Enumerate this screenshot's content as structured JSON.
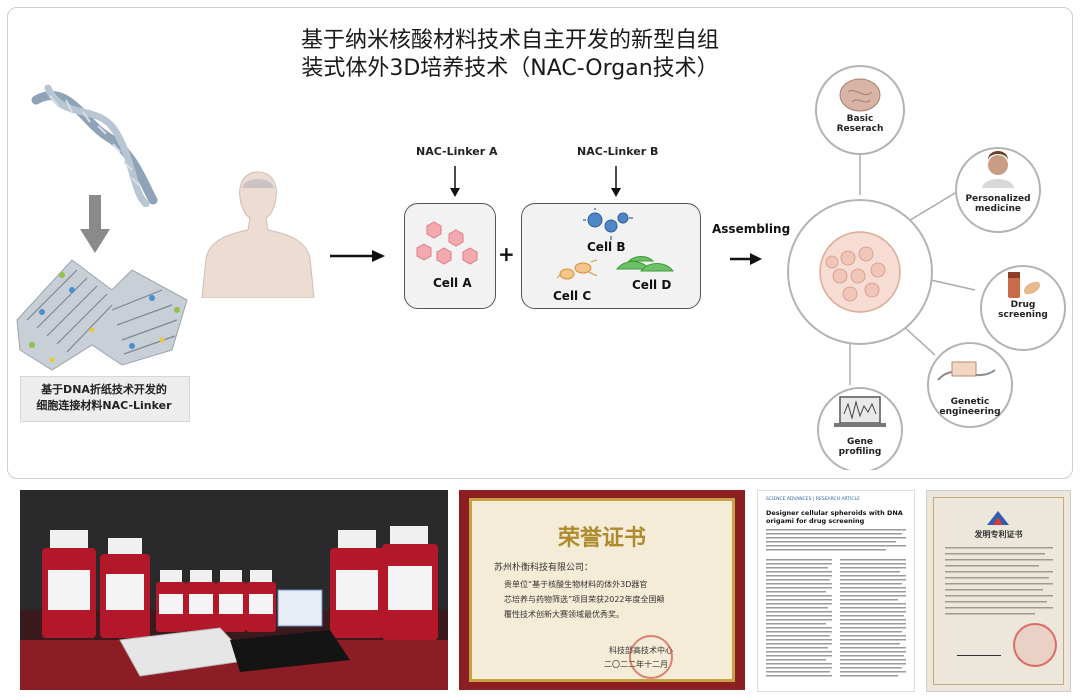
{
  "title": {
    "line1": "基于纳米核酸材料技术自主开发的新型自组",
    "line2": "装式体外3D培养技术（NAC-Organ技术）"
  },
  "dna_caption": {
    "line1": "基于DNA折纸技术开发的",
    "line2": "细胞连接材料NAC-Linker"
  },
  "linker_a": "NAC-Linker A",
  "linker_b": "NAC-Linker B",
  "plus": "+",
  "cells": {
    "a": "Cell A",
    "b": "Cell B",
    "c": "Cell C",
    "d": "Cell D"
  },
  "assembling": "Assembling",
  "applications": [
    {
      "line1": "Basic",
      "line2": "Reserach",
      "icon": "brain-icon"
    },
    {
      "line1": "Personalized",
      "line2": "medicine",
      "icon": "person-icon"
    },
    {
      "line1": "Drug",
      "line2": "screening",
      "icon": "pills-icon"
    },
    {
      "line1": "Genetic",
      "line2": "engineering",
      "icon": "dna-strand-icon"
    },
    {
      "line1": "Gene",
      "line2": "profiling",
      "icon": "laptop-icon"
    }
  ],
  "certificate": {
    "heading": "荣誉证书",
    "company": "苏州朴衡科技有限公司：",
    "body1": "贵单位“基于核酸生物材料的体外3D器官",
    "body2": "芯培养与药物筛选”项目荣获2022年度全国颠",
    "body3": "覆性技术创新大赛领域最优秀奖。",
    "issuer": "科技部高技术中心",
    "date": "二〇二二年十二月"
  },
  "paper": {
    "journal": "SCIENCE ADVANCES | RESEARCH ARTICLE",
    "title": "Designer cellular spheroids with DNA origami for drug screening"
  },
  "patent": {
    "heading": "发明专利证书"
  },
  "colors": {
    "red_medium": "#b3182a",
    "dna_blue": "#5a7fa8",
    "cell_pink": "#f0a0a8",
    "gold": "#c7a245"
  }
}
